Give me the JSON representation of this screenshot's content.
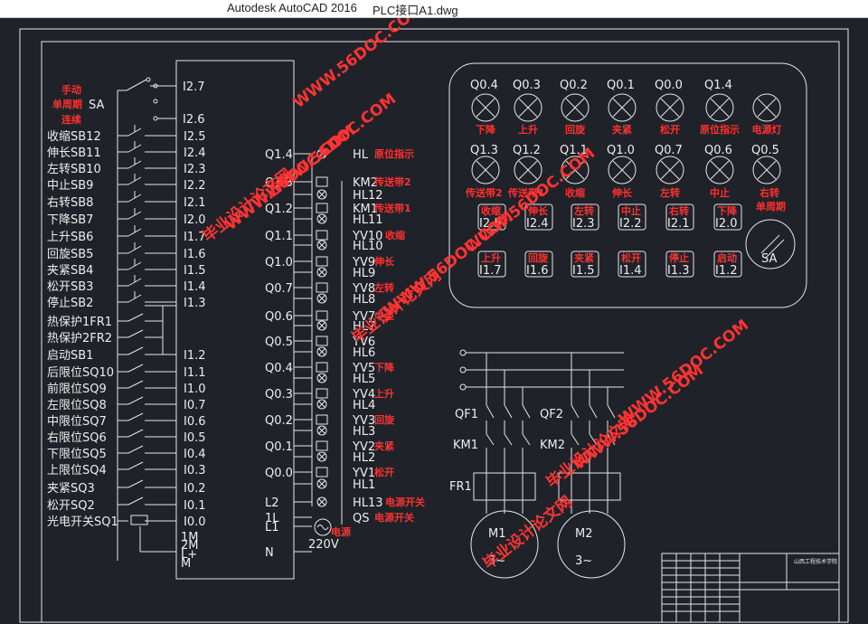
{
  "window": {
    "app_title": "Autodesk AutoCAD 2016",
    "file_title": "PLC接口A1.dwg"
  },
  "plc_inputs": [
    {
      "label": "收缩SB12",
      "addr": "I2.5"
    },
    {
      "label": "伸长SB11",
      "addr": "I2.4"
    },
    {
      "label": "左转SB10",
      "addr": "I2.3"
    },
    {
      "label": "中止SB9",
      "addr": "I2.2"
    },
    {
      "label": "右转SB8",
      "addr": "I2.1"
    },
    {
      "label": "下降SB7",
      "addr": "I2.0"
    },
    {
      "label": "上升SB6",
      "addr": "I1.7"
    },
    {
      "label": "回旋SB5",
      "addr": "I1.6"
    },
    {
      "label": "夹紧SB4",
      "addr": "I1.5"
    },
    {
      "label": "松开SB3",
      "addr": "I1.4"
    },
    {
      "label": "停止SB2",
      "addr": "I1.3"
    },
    {
      "label": "热保护1FR1",
      "addr": ""
    },
    {
      "label": "热保护2FR2",
      "addr": ""
    },
    {
      "label": "启动SB1",
      "addr": "I1.2"
    },
    {
      "label": "后限位SQ10",
      "addr": "I1.1"
    },
    {
      "label": "前限位SQ9",
      "addr": "I1.0"
    },
    {
      "label": "左限位SQ8",
      "addr": "I0.7"
    },
    {
      "label": "中限位SQ7",
      "addr": "I0.6"
    },
    {
      "label": "右限位SQ6",
      "addr": "I0.5"
    },
    {
      "label": "下限位SQ5",
      "addr": "I0.4"
    },
    {
      "label": "上限位SQ4",
      "addr": "I0.3"
    },
    {
      "label": "夹紧SQ3",
      "addr": "I0.2"
    },
    {
      "label": "松开SQ2",
      "addr": "I0.1"
    },
    {
      "label": "光电开关SQ1",
      "addr": "I0.0"
    }
  ],
  "selector": {
    "addr_top": "I2.7",
    "addr_mid": "I2.6",
    "sa": "SA",
    "mode_manual": "手动",
    "mode_single": "单周期",
    "mode_cont": "连续"
  },
  "plc_bottom_terms": [
    "1M",
    "2M",
    "L+",
    "M"
  ],
  "plc_outputs": [
    {
      "addr": "Q1.4",
      "label": "HL",
      "note": "原位指示"
    },
    {
      "addr": "Q1.3",
      "label": "KM2",
      "note": "传送带2"
    },
    {
      "addr": "",
      "label": "HL12",
      "note": ""
    },
    {
      "addr": "Q1.2",
      "label": "KM1",
      "note": "传送带1"
    },
    {
      "addr": "",
      "label": "HL11",
      "note": ""
    },
    {
      "addr": "Q1.1",
      "label": "YV10",
      "note": "收缩"
    },
    {
      "addr": "",
      "label": "HL10",
      "note": ""
    },
    {
      "addr": "Q1.0",
      "label": "YV9",
      "note": "伸长"
    },
    {
      "addr": "",
      "label": "HL9",
      "note": ""
    },
    {
      "addr": "Q0.7",
      "label": "YV8",
      "note": "左转"
    },
    {
      "addr": "",
      "label": "HL8",
      "note": ""
    },
    {
      "addr": "Q0.6",
      "label": "YV7",
      "note": "中止"
    },
    {
      "addr": "",
      "label": "HL7",
      "note": ""
    },
    {
      "addr": "Q0.5",
      "label": "YV6",
      "note": ""
    },
    {
      "addr": "",
      "label": "HL6",
      "note": ""
    },
    {
      "addr": "Q0.4",
      "label": "YV5",
      "note": "下降"
    },
    {
      "addr": "",
      "label": "HL5",
      "note": ""
    },
    {
      "addr": "Q0.3",
      "label": "YV4",
      "note": "上升"
    },
    {
      "addr": "",
      "label": "HL4",
      "note": ""
    },
    {
      "addr": "Q0.2",
      "label": "YV3",
      "note": "回旋"
    },
    {
      "addr": "",
      "label": "HL3",
      "note": ""
    },
    {
      "addr": "Q0.1",
      "label": "YV2",
      "note": "夹紧"
    },
    {
      "addr": "",
      "label": "HL2",
      "note": ""
    },
    {
      "addr": "Q0.0",
      "label": "YV1",
      "note": "松开"
    },
    {
      "addr": "",
      "label": "HL1",
      "note": ""
    },
    {
      "addr": "L2",
      "label": "HL13",
      "note": "电源开关"
    },
    {
      "addr": "1L",
      "label": "QS",
      "note": "电源开关"
    },
    {
      "addr": "L1",
      "label": "",
      "note": ""
    },
    {
      "addr": "N",
      "label": "",
      "note": ""
    }
  ],
  "power": {
    "voltage": "220V",
    "note": "电源"
  },
  "panel": {
    "lamp_row1": [
      {
        "addr": "Q0.4",
        "note": "下降"
      },
      {
        "addr": "Q0.3",
        "note": "上升"
      },
      {
        "addr": "Q0.2",
        "note": "回旋"
      },
      {
        "addr": "Q0.1",
        "note": "夹紧"
      },
      {
        "addr": "Q0.0",
        "note": "松开"
      },
      {
        "addr": "Q1.4",
        "note": "原位指示"
      },
      {
        "addr": "",
        "note": "电源灯"
      }
    ],
    "lamp_row2": [
      {
        "addr": "Q1.3",
        "note": "传送带2"
      },
      {
        "addr": "Q1.2",
        "note": "传送带1"
      },
      {
        "addr": "Q1.1",
        "note": "收缩"
      },
      {
        "addr": "Q1.0",
        "note": "伸长"
      },
      {
        "addr": "Q0.7",
        "note": "左转"
      },
      {
        "addr": "Q0.6",
        "note": "中止"
      },
      {
        "addr": "Q0.5",
        "note": ""
      }
    ],
    "buttons_row1": [
      {
        "note": "收缩",
        "addr": "I2.5"
      },
      {
        "note": "伸长",
        "addr": "I2.4"
      },
      {
        "note": "左转",
        "addr": "I2.3"
      },
      {
        "note": "中止",
        "addr": "I2.2"
      },
      {
        "note": "右转",
        "addr": "I2.1"
      },
      {
        "note": "下降",
        "addr": "I2.0"
      }
    ],
    "buttons_row2": [
      {
        "note": "上升",
        "addr": "I1.7"
      },
      {
        "note": "回旋",
        "addr": "I1.6"
      },
      {
        "note": "夹紧",
        "addr": "I1.5"
      },
      {
        "note": "松开",
        "addr": "I1.4"
      },
      {
        "note": "停止",
        "addr": "I1.3"
      },
      {
        "note": "启动",
        "addr": "I1.2"
      }
    ],
    "selector_label": "SA",
    "selector_note_a": "右转",
    "selector_note_b": "单周期"
  },
  "motor": {
    "qf1": "QF1",
    "qf2": "QF2",
    "km1": "KM1",
    "km2": "KM2",
    "fr1": "FR1",
    "m1": "M1",
    "m2": "M2",
    "phase": "3~"
  },
  "titleblock": {
    "school": "山西工程技术学院"
  },
  "watermark": {
    "text1": "毕业设计论文网",
    "text2": "WWW.56DOC.COM"
  },
  "colors": {
    "bg": "#1f2329",
    "line": "#e6e6e6",
    "red": "#ff3030"
  }
}
